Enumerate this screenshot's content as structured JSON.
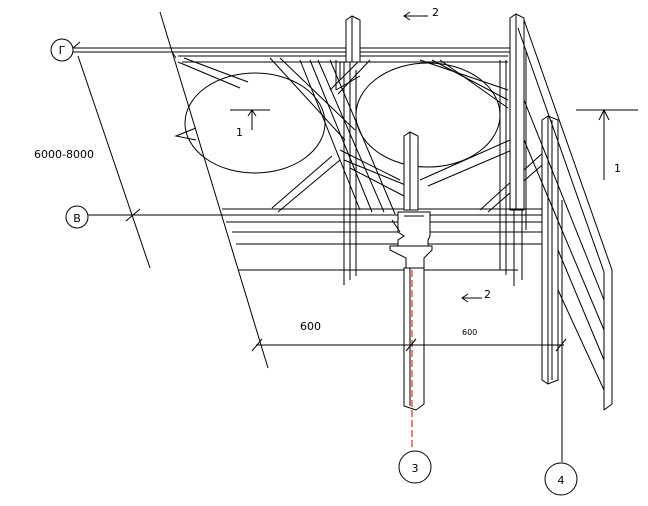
{
  "drawing": {
    "axis_labels": {
      "axis_g": "Г",
      "axis_v": "В",
      "axis_3": "3",
      "axis_4": "4"
    },
    "dimensions": {
      "span": "6000-8000",
      "width_main": "600",
      "width_small": "600"
    },
    "section_marks": {
      "sec1_left": "1",
      "sec1_right": "1",
      "sec2_top": "2",
      "sec2_mid": "2"
    }
  }
}
